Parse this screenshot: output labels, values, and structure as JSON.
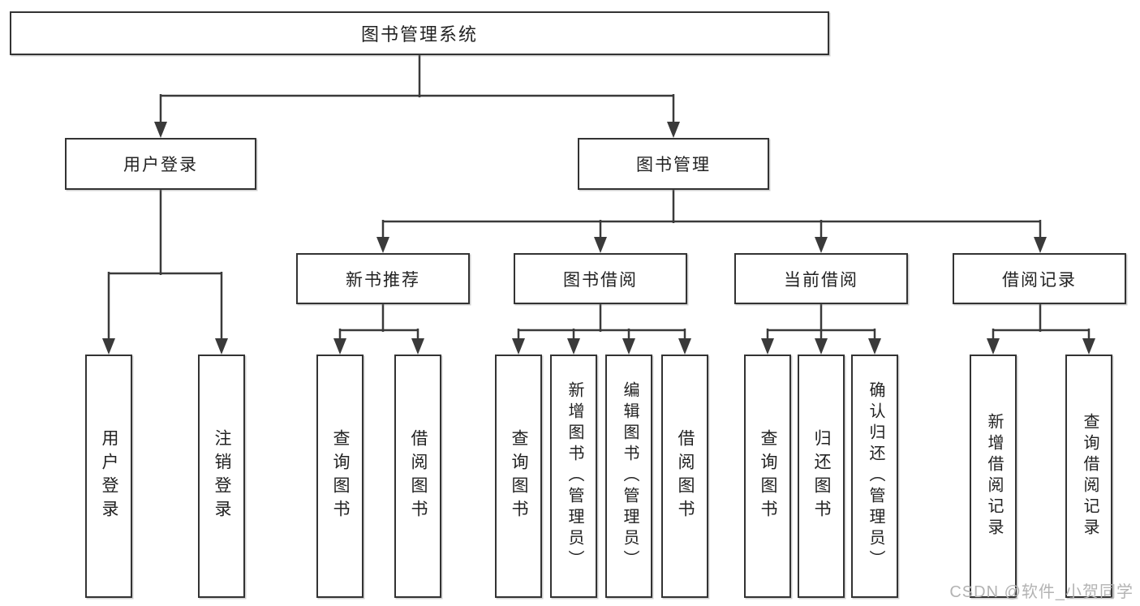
{
  "diagram": {
    "root": {
      "label": "图书管理系统"
    },
    "branches": [
      {
        "label": "用户登录",
        "leaves": [
          "用户登录",
          "注销登录"
        ]
      },
      {
        "label": "图书管理",
        "children": [
          {
            "label": "新书推荐",
            "leaves": [
              "查询图书",
              "借阅图书"
            ]
          },
          {
            "label": "图书借阅",
            "leaves": [
              "查询图书",
              "新增图书（管理员）",
              "编辑图书（管理员）",
              "借阅图书"
            ]
          },
          {
            "label": "当前借阅",
            "leaves": [
              "查询图书",
              "归还图书",
              "确认归还（管理员）"
            ]
          },
          {
            "label": "借阅记录",
            "leaves": [
              "新增借阅记录",
              "查询借阅记录"
            ]
          }
        ]
      }
    ]
  },
  "watermark": {
    "text": "CSDN @软件_小贺同学"
  },
  "colors": {
    "background": "#ffffff",
    "box_border": "#333333",
    "connector_line": "#3a3a3a",
    "text": "#222222",
    "watermark": "#b3b3b3"
  }
}
